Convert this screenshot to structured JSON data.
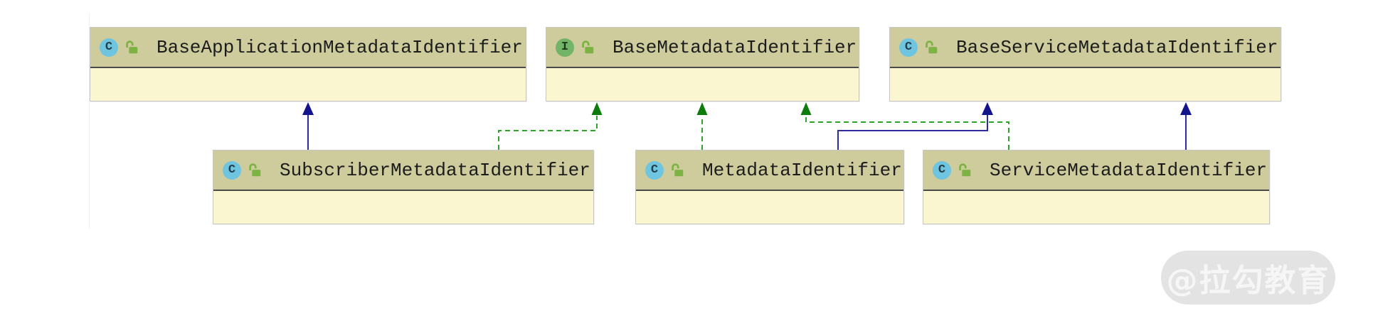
{
  "diagram": {
    "type": "uml-class-diagram",
    "classes": {
      "baseApplication": {
        "name": "BaseApplicationMetadataIdentifier",
        "kind": "class",
        "kindLetter": "C",
        "visibility": "public"
      },
      "baseMetadata": {
        "name": "BaseMetadataIdentifier",
        "kind": "interface",
        "kindLetter": "I",
        "visibility": "public"
      },
      "baseService": {
        "name": "BaseServiceMetadataIdentifier",
        "kind": "class",
        "kindLetter": "C",
        "visibility": "public"
      },
      "subscriber": {
        "name": "SubscriberMetadataIdentifier",
        "kind": "class",
        "kindLetter": "C",
        "visibility": "public"
      },
      "metadata": {
        "name": "MetadataIdentifier",
        "kind": "class",
        "kindLetter": "C",
        "visibility": "public"
      },
      "service": {
        "name": "ServiceMetadataIdentifier",
        "kind": "class",
        "kindLetter": "C",
        "visibility": "public"
      }
    },
    "relationships": [
      {
        "from": "SubscriberMetadataIdentifier",
        "to": "BaseApplicationMetadataIdentifier",
        "type": "extends",
        "line": "solid",
        "color": "#2c2c9e"
      },
      {
        "from": "SubscriberMetadataIdentifier",
        "to": "BaseMetadataIdentifier",
        "type": "implements",
        "line": "dashed",
        "color": "#31a031"
      },
      {
        "from": "MetadataIdentifier",
        "to": "BaseMetadataIdentifier",
        "type": "implements",
        "line": "dashed",
        "color": "#31a031"
      },
      {
        "from": "MetadataIdentifier",
        "to": "BaseServiceMetadataIdentifier",
        "type": "extends",
        "line": "solid",
        "color": "#2c2c9e"
      },
      {
        "from": "ServiceMetadataIdentifier",
        "to": "BaseMetadataIdentifier",
        "type": "implements",
        "line": "dashed",
        "color": "#31a031"
      },
      {
        "from": "ServiceMetadataIdentifier",
        "to": "BaseServiceMetadataIdentifier",
        "type": "extends",
        "line": "solid",
        "color": "#2c2c9e"
      }
    ],
    "colors": {
      "header_bg": "#cecb9d",
      "body_bg": "#faf7d0",
      "box_border": "#c6c6c6",
      "header_separator": "#4a4a4a",
      "class_badge": "#6fc4df",
      "interface_badge": "#72b568",
      "lock_green": "#7cb342",
      "extends_line": "#2c2c9e",
      "implements_line": "#31a031"
    },
    "watermark": {
      "text": "@拉勾教育"
    }
  }
}
